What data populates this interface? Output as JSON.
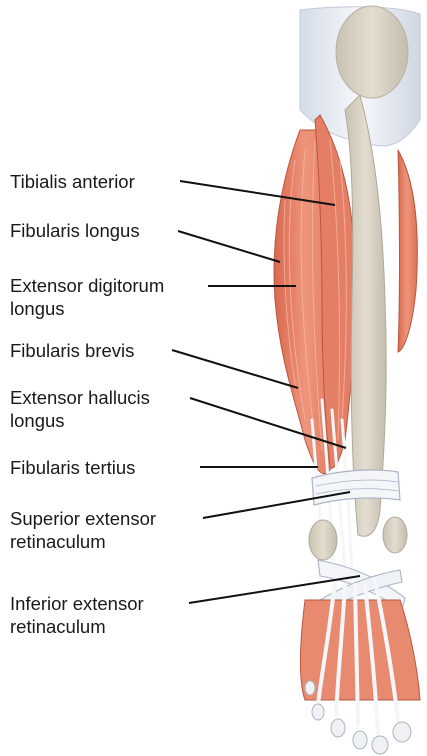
{
  "labels": {
    "tibialis_anterior": "Tibialis anterior",
    "fibularis_longus": "Fibularis longus",
    "extensor_digitorum_longus": [
      "Extensor digitorum",
      "longus"
    ],
    "fibularis_brevis": "Fibularis brevis",
    "extensor_hallucis_longus": [
      "Extensor hallucis",
      "longus"
    ],
    "fibularis_tertius": "Fibularis tertius",
    "superior_extensor_retinaculum": [
      "Superior extensor",
      "retinaculum"
    ],
    "inferior_extensor_retinaculum": [
      "Inferior extensor",
      "retinaculum"
    ]
  },
  "colors": {
    "muscle": "#e8836b",
    "muscle_shadow": "#d9694f",
    "muscle_highlight": "#f2a58f",
    "bone": "#dcd6c8",
    "bone_shadow": "#c7c0b0",
    "tendon": "#eef1f6",
    "tendon_edge": "#b9c3d3",
    "leader_line": "#111111"
  }
}
